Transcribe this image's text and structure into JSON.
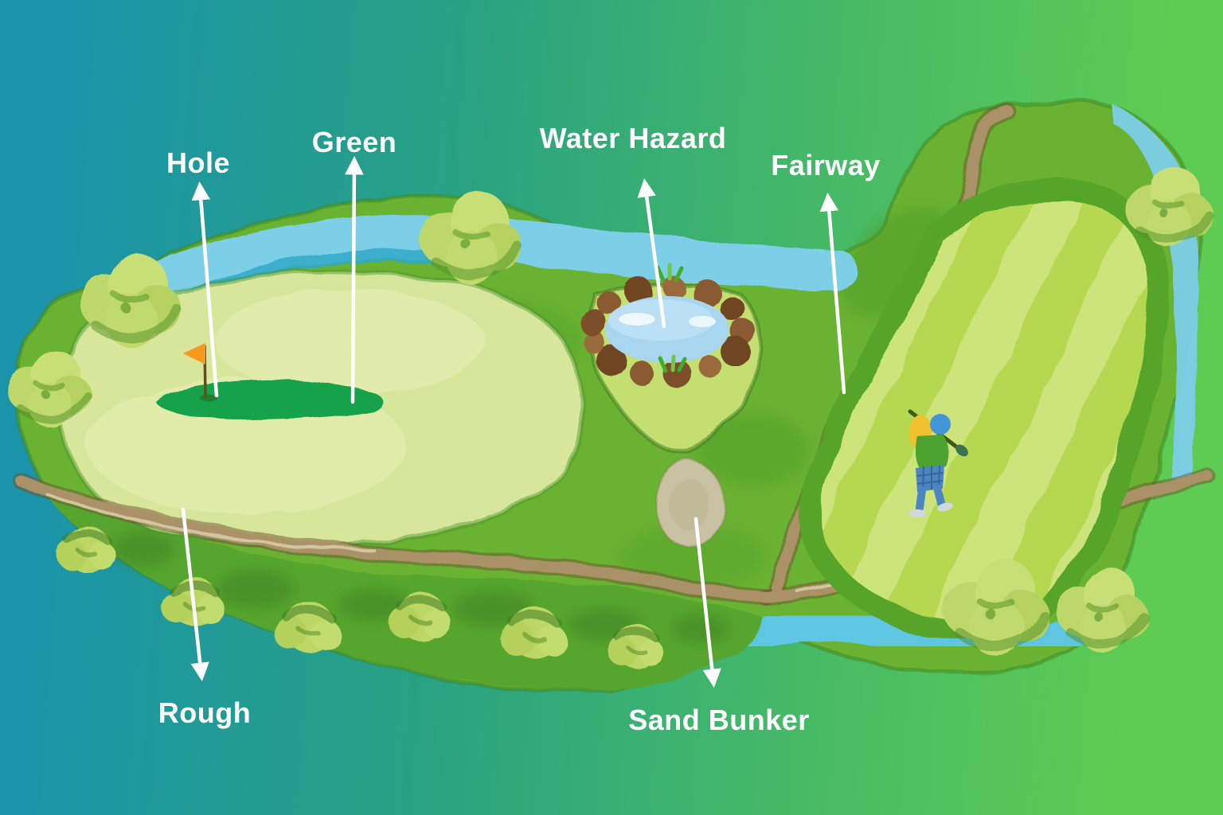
{
  "diagram": {
    "labels": {
      "hole": "Hole",
      "green": "Green",
      "water_hazard": "Water Hazard",
      "fairway": "Fairway",
      "rough": "Rough",
      "sand_bunker": "Sand Bunker"
    },
    "label_color": "#ffffff",
    "arrow_color": "#ffffff"
  },
  "palette": {
    "background_teal": "#1b94a9",
    "background_green": "#5ecb52",
    "course_green": "#6ab231",
    "course_outline": "#3e8b26",
    "light_fairway": "#d8e69b",
    "putting_green": "#17a24b",
    "stripe_light": "#cde47b",
    "stripe_dark": "#b6d851",
    "river_blue": "#7bcfe7",
    "pond_water": "#a9d6ef",
    "rock_brown": "#8a5a33",
    "sand": "#c9c2a2",
    "path_tan": "#ab9167",
    "flag_orange": "#f59a1d",
    "rough_green": "#57a52e",
    "tree_light": "#c3dc72"
  }
}
